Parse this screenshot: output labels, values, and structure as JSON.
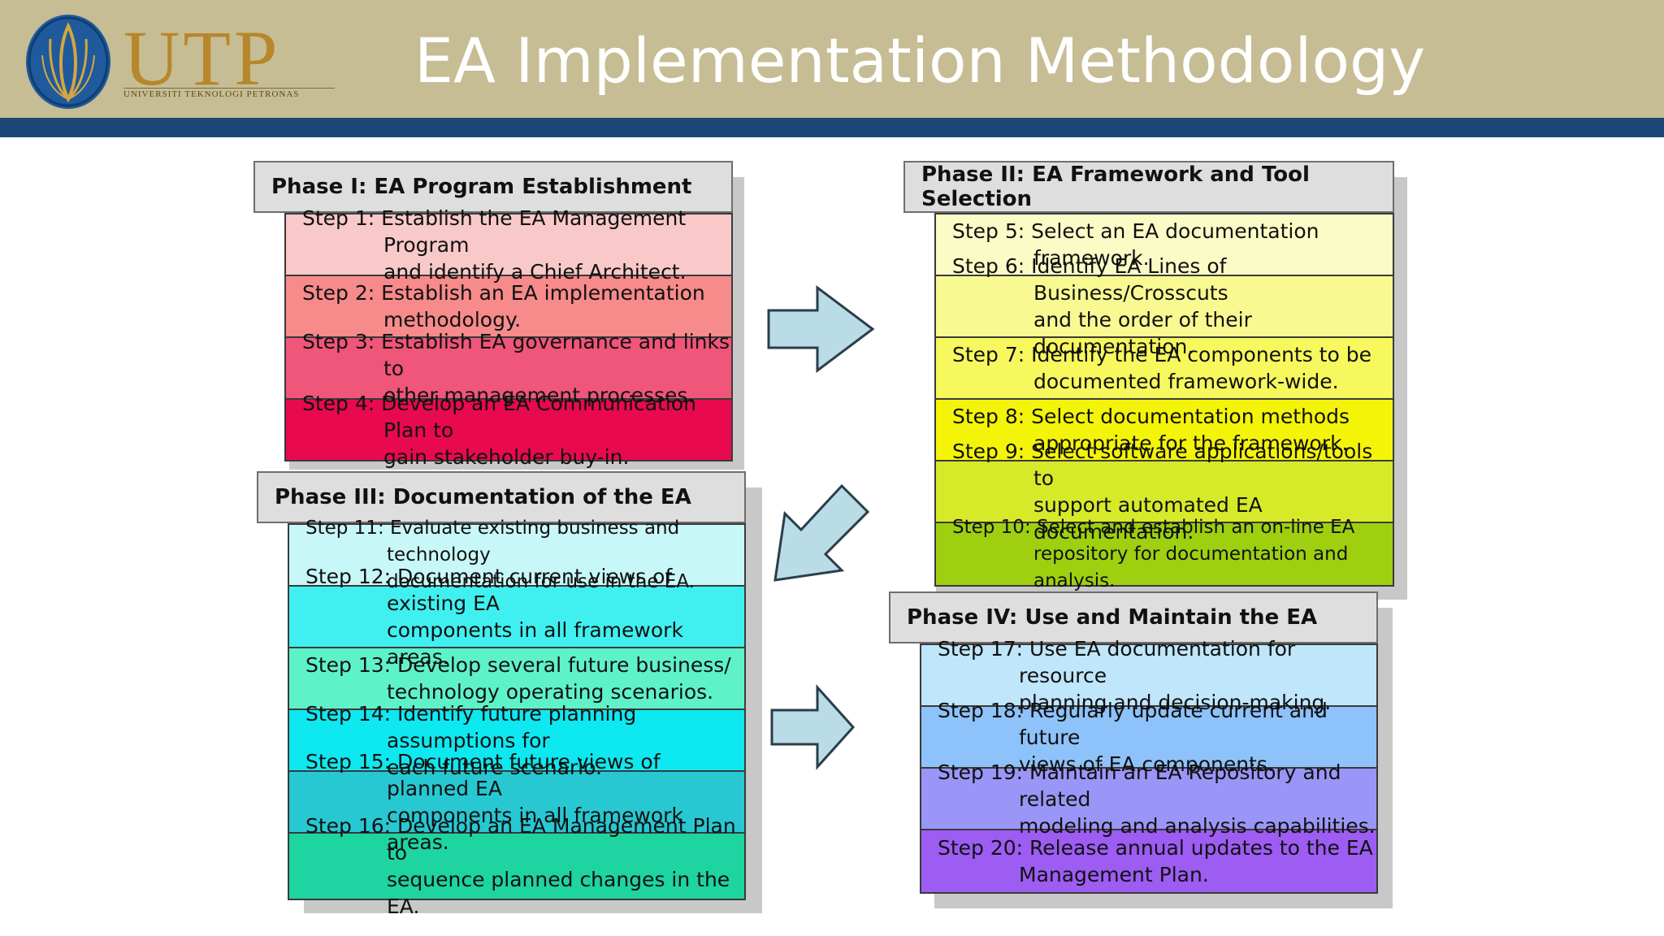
{
  "header": {
    "logo_text": "UTP",
    "logo_subtitle": "UNIVERSITI TEKNOLOGI PETRONAS",
    "title": "EA Implementation Methodology"
  },
  "phases": [
    {
      "title": "Phase I: EA Program Establishment",
      "steps": [
        {
          "text": "Step 1: Establish the EA Management Program\nand identify a Chief Architect.",
          "color": "#f9c8c8"
        },
        {
          "text": "Step 2: Establish an EA implementation\nmethodology.",
          "color": "#f78a8a"
        },
        {
          "text": "Step 3: Establish EA governance and links to\nother management processes.",
          "color": "#f0557a"
        },
        {
          "text": "Step 4: Develop an EA Communication Plan to\ngain stakeholder buy-in.",
          "color": "#e8094f"
        }
      ]
    },
    {
      "title": "Phase II: EA Framework and Tool Selection",
      "steps": [
        {
          "text": "Step 5: Select an EA documentation framework.",
          "color": "#fbfbc6"
        },
        {
          "text": "Step 6: Identify EA Lines of Business/Crosscuts\nand the order of their documentation.",
          "color": "#f9f991"
        },
        {
          "text": "Step 7: Identify the EA components to be\ndocumented framework-wide.",
          "color": "#f7f75e"
        },
        {
          "text": "Step 8: Select documentation methods\nappropriate for the framework.",
          "color": "#f4f409"
        },
        {
          "text": "Step 9: Select software applications/tools to\nsupport automated EA documentation.",
          "color": "#d7ea2a"
        },
        {
          "text": "Step 10: Select and establish an on-line EA\nrepository for documentation and analysis.",
          "color": "#9ed00f"
        }
      ]
    },
    {
      "title": "Phase III: Documentation of the EA",
      "steps": [
        {
          "text": "Step 11: Evaluate existing business and technology\ndocumentation for use in the EA.",
          "color": "#c8f7f7"
        },
        {
          "text": "Step 12: Document current views of existing EA\ncomponents in all framework areas.",
          "color": "#40f0f0"
        },
        {
          "text": "Step 13: Develop several future business/\ntechnology operating scenarios.",
          "color": "#5ef2c8"
        },
        {
          "text": "Step 14: Identify future planning assumptions for\neach future scenario.",
          "color": "#0ee8f0"
        },
        {
          "text": "Step 15: Document future views of planned EA\ncomponents in all framework areas.",
          "color": "#27c8d2"
        },
        {
          "text": "Step 16: Develop an EA Management Plan to\nsequence planned changes in the EA.",
          "color": "#1ed4a0"
        }
      ]
    },
    {
      "title": "Phase IV: Use and Maintain the EA",
      "steps": [
        {
          "text": "Step 17: Use EA documentation for resource\nplanning and decision-making.",
          "color": "#bfe6fb"
        },
        {
          "text": "Step 18: Regularly update current and future\nviews of EA components.",
          "color": "#8ec2fa"
        },
        {
          "text": "Step 19: Maintain an EA Repository and related\nmodeling and analysis capabilities.",
          "color": "#9a96f7"
        },
        {
          "text": "Step 20: Release annual updates to the EA\nManagement Plan.",
          "color": "#9d5cf2"
        }
      ]
    }
  ],
  "colors": {
    "header_bg": "#c6bd94",
    "header_bar": "#1e4778",
    "arrow_fill": "#b9dce6",
    "arrow_stroke": "#2a3e4a"
  }
}
